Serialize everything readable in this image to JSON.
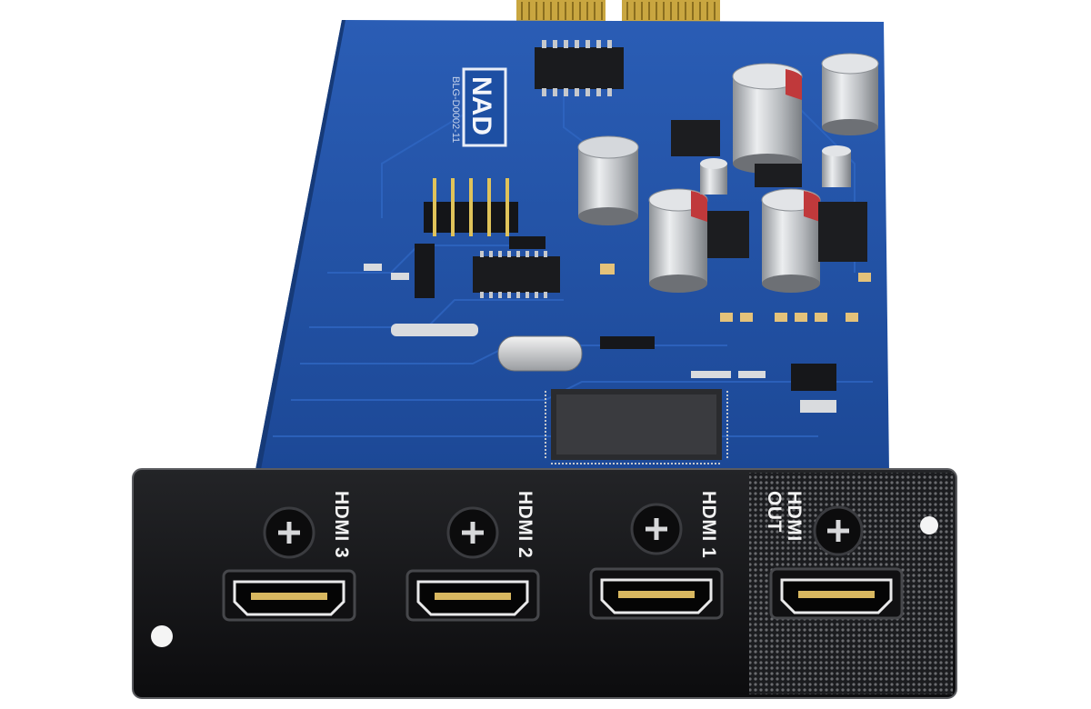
{
  "image": {
    "subject": "HDMI input card circuit board",
    "brand_logo": "NAD",
    "colors": {
      "pcb": "#1f4ea0",
      "pcb_dark": "#173c80",
      "faceplate": "#111214",
      "faceplate_mesh": "#5a5b5e",
      "label_text": "#f2f2f2",
      "gold_contacts": "#c9a640"
    }
  },
  "faceplate": {
    "ports": [
      {
        "label_line1": "HDMI 3",
        "label_line2": ""
      },
      {
        "label_line1": "HDMI 2",
        "label_line2": ""
      },
      {
        "label_line1": "HDMI 1",
        "label_line2": ""
      },
      {
        "label_line1": "HDMI",
        "label_line2": "OUT"
      }
    ]
  }
}
